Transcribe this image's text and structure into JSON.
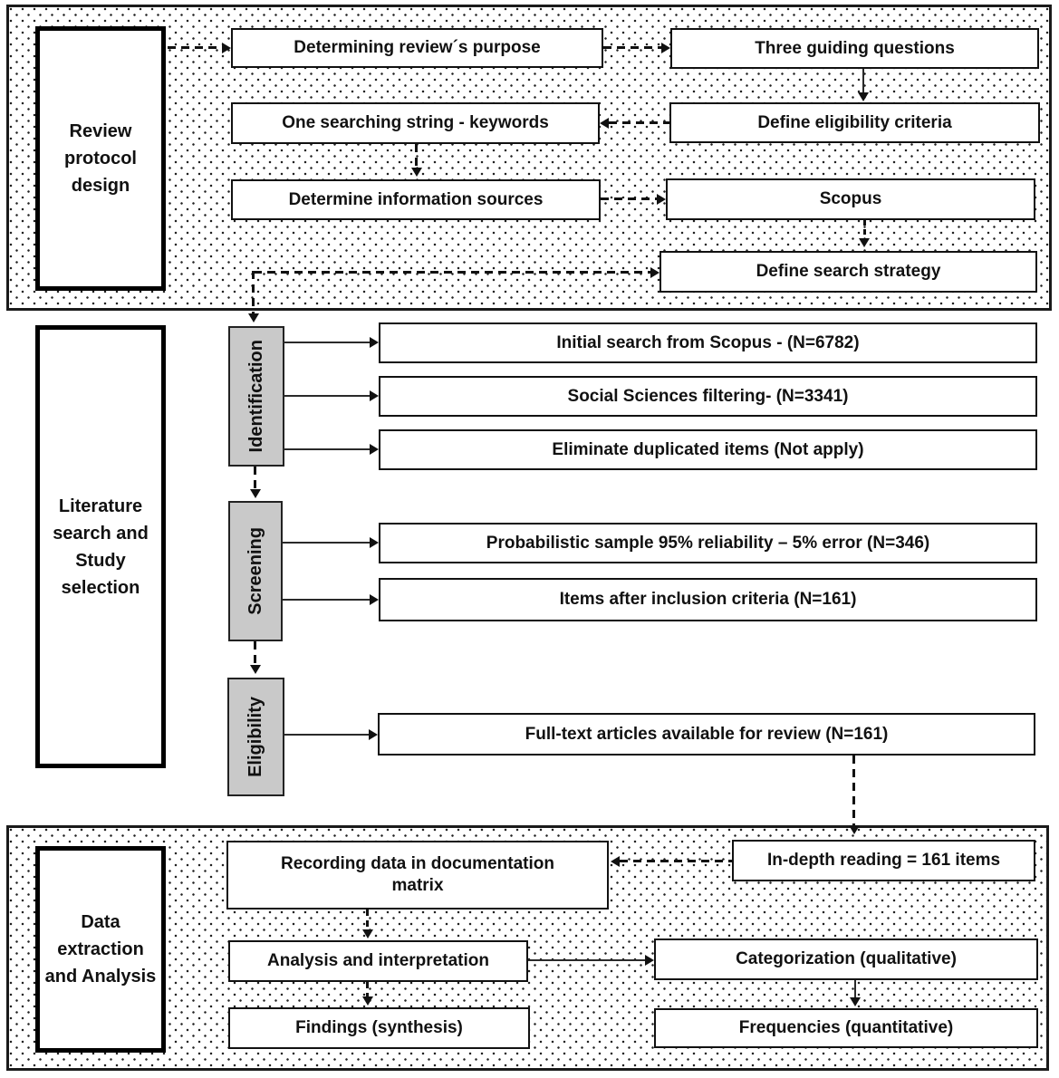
{
  "sections": {
    "protocol": {
      "label": "Review protocol design",
      "boxes": {
        "determining": "Determining review´s purpose",
        "three_questions": "Three guiding questions",
        "search_string": "One searching string - keywords",
        "eligibility_criteria": "Define eligibility criteria",
        "info_sources": "Determine information sources",
        "scopus": "Scopus",
        "search_strategy": "Define search strategy"
      }
    },
    "literature": {
      "label": "Literature search and Study selection",
      "stages": {
        "identification": "Identification",
        "screening": "Screening",
        "eligibility": "Eligibility"
      },
      "boxes": {
        "initial_search": "Initial search from Scopus - (N=6782)",
        "social_filtering": "Social Sciences filtering- (N=3341)",
        "duplicates": "Eliminate duplicated items (Not apply)",
        "prob_sample": "Probabilistic sample 95% reliability – 5% error (N=346)",
        "inclusion": "Items after inclusion criteria (N=161)",
        "fulltext": "Full-text articles available for review (N=161)"
      }
    },
    "analysis": {
      "label": "Data extraction and Analysis",
      "boxes": {
        "recording": "Recording data in documentation matrix",
        "indepth": "In-depth reading = 161 items",
        "analysis_interpretation": "Analysis and interpretation",
        "categorization": "Categorization (qualitative)",
        "findings": "Findings (synthesis)",
        "frequencies": "Frequencies (quantitative)"
      }
    },
    "colors": {
      "stage_fill": "#c9c9c9",
      "line": "#111111",
      "background": "#ffffff"
    }
  }
}
